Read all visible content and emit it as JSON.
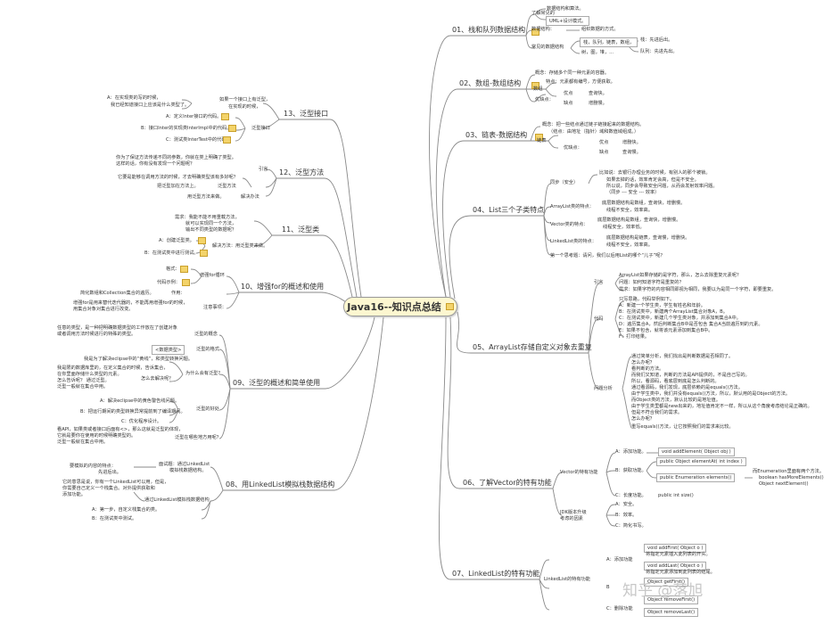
{
  "center": {
    "title": "Java16--知识点总结"
  },
  "branches": {
    "b01": "01、栈和队列数据结构",
    "b02": "02、数组-数组结构",
    "b03": "03、链表-数据结构",
    "b04": "04、List三个子类特点",
    "b05": "05、ArrayList存储自定义对象去重复",
    "b06": "06、了解Vector的特有功能",
    "b07": "07、LinkedList的特有功能",
    "b08": "08、用LinkedList模拟栈数据结构",
    "b09": "09、泛型的概述和简单使用",
    "b10": "10、增强for的概述和使用",
    "b11": "11、泛型类",
    "b12": "12、泛型方法",
    "b13": "13、泛型接口"
  },
  "b01": {
    "l1": "了解常见的",
    "l2": "数据结构和算法。",
    "l3": "UML+设计模式。",
    "l4": "数据结构：",
    "l5": "组织数据的方式。",
    "l6": "常见的数据结构",
    "l7": "栈，队列，链表，数组，",
    "l8": "树，图，堆，...",
    "l9": "栈：先进后出。",
    "l10": "队列：先进先出。"
  },
  "b02": {
    "l1": "概念：存储多个同一种元素的容器。",
    "l2": "特点：元素都有编号，方便获取。",
    "l3": "数组",
    "l4": "优缺点：",
    "l5": "优点",
    "l6": "查询快。",
    "l7": "缺点",
    "l8": "增删慢。"
  },
  "b03": {
    "l1": "概念：把一些结点通过链子链接起来的数据结构。",
    "l2": "（结点：由地址（指针）域和数值域组成。）",
    "l3": "链表",
    "l4": "优缺点：",
    "l5": "优点",
    "l6": "增删快。",
    "l7": "缺点",
    "l8": "查询慢。"
  },
  "b04": {
    "l1": "同步（安全）",
    "l2": "比如说：去银行办理业务的时候，有别人的那个被锁。",
    "l3": "如果去掉的话，效率肯定会高，但是不安全。",
    "l4": "所以说，同步会导致安全问题，从而会发射效率问题。",
    "l5": "（同步 --- 安全 --- 效率）",
    "l6": "ArrayList类的特点：",
    "l7": "底层数据结构是数组，查询快，增删慢。",
    "l8": "线程不安全，效率高。",
    "l9": "Vector类的特点：",
    "l10": "底层数据结构是数组，查询快，增删慢。",
    "l11": "线程安全，效率低。",
    "l12": "LinkedList类的特点：",
    "l13": "底层数据结构是链表，查询慢，增删快。",
    "l14": "线程不安全，效率高。",
    "l15": "第一个思考题：请问，我们以后用List的哪个“儿子”呢？"
  },
  "b05": {
    "l1": "引言",
    "l2": "ArrayList如果存储的是字符，那么，怎么去除重复元素呢？",
    "l3": "问题：如何知道字符是重复的？",
    "l4": "需求：如果字符的内容相同即视为相同，我要以为是同一个字符，即要重复。",
    "l5": "代码",
    "l6": "只写思路，代码举例如下。",
    "l7": "A：新建一个学生类，学生有姓名和年龄。",
    "l8": "B：在测试类中，新建两个ArrayList集合对象A，B。",
    "l9": "C：在测试类中，新建几个学生类对象，并添加到集合A中。",
    "l10": "D：遍历集合A，然后判断集合B中是否包含 集合A当前遍历到的元素。",
    "l11": "E：如果不包含，就将该元素添加到集合B中。",
    "l12": "F：打印结果。",
    "l13": "问题分析",
    "l14": "通过简单分析，我们找出是判断数据是否相同了。",
    "l15": "怎么办呢？",
    "l16": "看判断的方法。",
    "l17": "而我们又知道，判断的方法是API提供的，不是自己写的。",
    "l18": "所以，看源码，看底层到底是怎么判断的。",
    "l19": "通过看源码，我们发现，底层依赖的是equals()方法。",
    "l20": "由于学生类中，我们并没有equals()方法，所以，默认用的是Object的方法。",
    "l21": "而Object类的方法，默认比较的是地址值。",
    "l22": "由于学生类里都是new出来的，地址值肯定不一样，所以从这个角度考虑结论是正确的。",
    "l23": "但是不符合我们的需求。",
    "l24": "怎么办呢？",
    "l25": "重写equals()方法，让它按照我们的需求来比较。"
  },
  "b06": {
    "l1": "Vector的特有功能",
    "l2": "A：添加功能。",
    "l3": "void addElement( Object obj )",
    "l4": "B：获取功能。",
    "l5": "public Object elementAt( int index )",
    "l6": "public Enumeration elements()",
    "l7": "而Enumeration里面有两个方法。",
    "l8": "boolean hasMoreElements()",
    "l9": "Object nextElement()",
    "l10": "C：长度功能。",
    "l11": "public int size()",
    "l12": "JDK版本升级",
    "l13": "考虑的因素",
    "l14": "A：安全。",
    "l15": "B：效率。",
    "l16": "C：简化书写。"
  },
  "b07": {
    "l1": "LinkedList的特有功能",
    "l2": "A：添加功能",
    "l3": "void addFirst( Object o )",
    "l4": "将指定元素插入此列表的开头。",
    "l5": "void addLast( Object o )",
    "l6": "将指定元素添加到此列表的结尾。",
    "l7": "B",
    "l8": "Object getFirst()",
    "l9": "Object removeFirst()",
    "l10": "C：删除功能",
    "l11": "Object removeLast()"
  },
  "b08": {
    "l1": "要模拟的内容的特点：",
    "l2": "先进后出。",
    "l3": "面试题：通过LinkedList",
    "l4": "模拟栈数据结构。",
    "l5": "它的意思是说，你有一个LinkedList可以用，但是，",
    "l6": "你需要自己定义一个栈集合。对外提供获取和",
    "l7": "添加功能。",
    "l8": "通过LinkedList模拟栈数据结构",
    "l9": "A：第一步，自定义栈集合的类。",
    "l10": "B：在测试类中测试。"
  },
  "b09": {
    "l1": "任意的类型，是一种把明确数据类型的工作放在了创建对象",
    "l2": "或者调用方法时候进行的特殊的类型。",
    "l3": "泛型的概念",
    "l4": "<数据类型>",
    "l5": "泛型的格式",
    "l6": "我是为了解决eclipse中的“黄线”，和类型转换问题。",
    "l7": "我是限的数据库里的，在定义集合的时候，告诉集合，",
    "l8": "在你里面存储什么类型的元素。",
    "l9": "怎么去解决呢？",
    "l10": "怎么告诉呢？    通过泛型。",
    "l11": "泛型一般就在集合中用。",
    "l12": "为什么会有泛型？",
    "l13": "A：解决eclipse中的黄色警告线问题。",
    "l14": "B：把运行期间的类型转换异常提前到了编译期间。",
    "l15": "C：优化程序设计。",
    "l16": "泛型的好处",
    "l17": "看API，如果类或者接口后面有<>，那么这就是泛型的体现，",
    "l18": "它就是要你在使用的时候明确类型的。",
    "l19": "泛型一般就在集合中用。",
    "l20": "泛型在哪些地方用呢？"
  },
  "b10": {
    "l1": "格式：",
    "l2": "代码示例：",
    "l3": "增强for循环",
    "l4": "简化数组和Collection集合的遍历。",
    "l5": "作用：",
    "l6": "增强for是用来替代迭代器的，不能再用增强for的时候，",
    "l7": "用集合对象对集合进行改变。",
    "l8": "注意事项："
  },
  "b11": {
    "l1": "需求：我能不能不用重载方法，",
    "l2": "就可以实现同一个方法，",
    "l3": "输出不同类型的数据呢？",
    "l4": "A：创建泛型类。",
    "l5": "解决方法：用泛型类来做。",
    "l6": "B：在测试类中进行测试。"
  },
  "b12": {
    "l1": "你为了保证方法传递不同的参数，你就在类上明确了类型。",
    "l2": "这样的话，你有没有发现一个问题呢？",
    "l3": "引言",
    "l4": "它要是能够在调用方法的时候，才去明确类型该有多好呢？",
    "l5": "把泛型加在方法上。",
    "l6": "泛型方法",
    "l7": "用泛型方法来做。",
    "l8": "解决办法"
  },
  "b13": {
    "l1": "A：在实现类的写的时候，",
    "l2": "我已经知道接口上应该是什么类型了。",
    "l3": "如果一个接口上有泛型，",
    "l4": "在实现的时候，",
    "l5": "A：定义Inter接口的代码。",
    "l6": "B：接口Inter的实现类InterImpl中的代码。",
    "l7": "泛型接口",
    "l8": "C：测试类InterTest中的代码。"
  },
  "watermark": {
    "text": "知乎 @落旭"
  },
  "colors": {
    "line": "#8a8a8a",
    "center_bg": "#fdf7d0",
    "note": "#f3d36a"
  }
}
